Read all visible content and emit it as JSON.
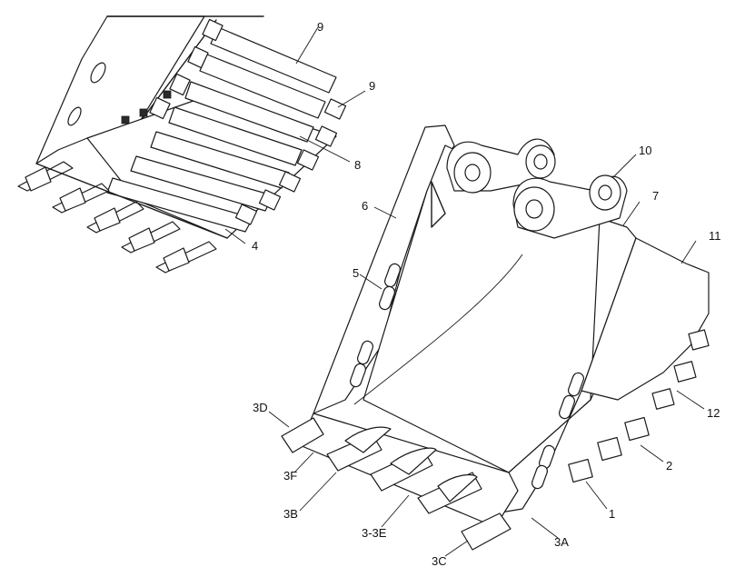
{
  "callouts": {
    "c1": "1",
    "c2": "2",
    "c3A": "3A",
    "c3B": "3B",
    "c3C": "3C",
    "c3D": "3D",
    "c3E": "3-3E",
    "c3F": "3F",
    "c4": "4",
    "c5": "5",
    "c6": "6",
    "c7": "7",
    "c8": "8",
    "c9a": "9",
    "c9b": "9",
    "c10": "10",
    "c11": "11",
    "c12": "12"
  }
}
